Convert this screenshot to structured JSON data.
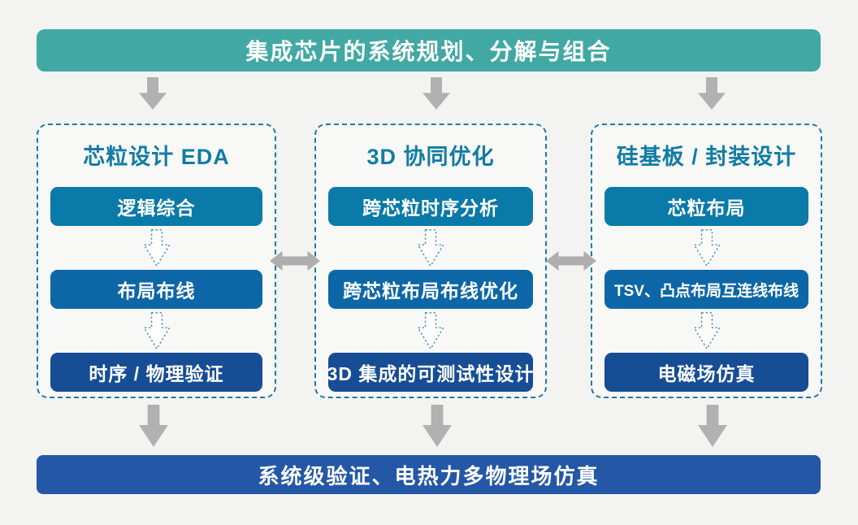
{
  "top_banner": {
    "label": "集成芯片的系统规划、分解与组合",
    "bg_color": "#41a8a4"
  },
  "bottom_banner": {
    "label": "系统级验证、电热力多物理场仿真",
    "bg_color": "#2457a5"
  },
  "columns": [
    {
      "title": "芯粒设计 EDA",
      "stages": [
        {
          "label": "逻辑综合",
          "bg_color": "#0a7aa8"
        },
        {
          "label": "布局布线",
          "bg_color": "#0d67a7"
        },
        {
          "label": "时序 / 物理验证",
          "bg_color": "#164d95"
        }
      ]
    },
    {
      "title": "3D 协同优化",
      "stages": [
        {
          "label": "跨芯粒时序分析",
          "bg_color": "#0a7aa8"
        },
        {
          "label": "跨芯粒布局布线优化",
          "bg_color": "#0d67a7"
        },
        {
          "label": "3D 集成的可测试性设计",
          "bg_color": "#164d95"
        }
      ]
    },
    {
      "title": "硅基板 / 封装设计",
      "stages": [
        {
          "label": "芯粒布局",
          "bg_color": "#0a7aa8"
        },
        {
          "label": "TSV、凸点布局互连线布线",
          "bg_color": "#0d67a7"
        },
        {
          "label": "电磁场仿真",
          "bg_color": "#164d95"
        }
      ]
    }
  ],
  "icons": {
    "down_arrow": "▼",
    "double_arrow": "↔",
    "step_arrow": "⇩"
  },
  "colors": {
    "background": "#f3f3f1",
    "banner_teal": "#41a8a4",
    "banner_blue": "#2457a5",
    "stage_row1": "#0a7aa8",
    "stage_row2": "#0d67a7",
    "stage_row3": "#164d95",
    "dashed_border": "#1b7aa9",
    "column_title_text": "#117ca3",
    "arrow_gray": "#b1b1b1"
  }
}
